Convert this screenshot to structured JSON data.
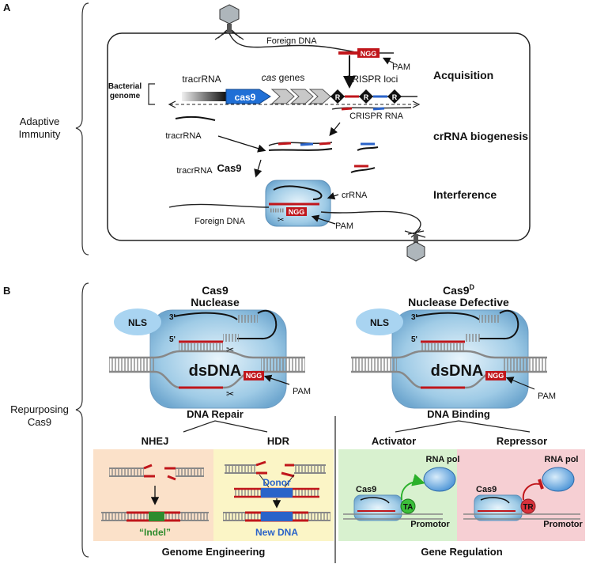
{
  "panel_a": {
    "letter": "A",
    "side_label_line1": "Adaptive",
    "side_label_line2": "Immunity",
    "foreign_dna_top": "Foreign DNA",
    "ngg": "NGG",
    "pam": "PAM",
    "bacterial_genome_line1": "Bacterial",
    "bacterial_genome_line2": "genome",
    "tracrrna": "tracrRNA",
    "cas_genes_italic": "cas",
    "cas_genes_rest": " genes",
    "crispr_loci": "CRISPR loci",
    "cas9_gene": "cas9",
    "repeat_letter": "R",
    "crispr_rna": "CRISPR RNA",
    "cas9_protein": "Cas9",
    "crrna": "crRNA",
    "foreign_dna_bottom": "Foreign DNA",
    "stage_acquisition": "Acquisition",
    "stage_biogenesis": "crRNA biogenesis",
    "stage_interference": "Interference"
  },
  "panel_b": {
    "letter": "B",
    "side_label_line1": "Repurposing",
    "side_label_line2": "Cas9",
    "left_title_line1": "Cas9",
    "left_title_line2": "Nuclease",
    "right_title_main": "Cas9",
    "right_title_sup": "D",
    "right_title_line2": "Nuclease Defective",
    "nls": "NLS",
    "three_prime": "3'",
    "five_prime": "5'",
    "dsdna": "dsDNA",
    "ngg": "NGG",
    "pam": "PAM",
    "dna_repair": "DNA Repair",
    "dna_binding": "DNA Binding",
    "nhej": "NHEJ",
    "hdr": "HDR",
    "activator": "Activator",
    "repressor": "Repressor",
    "indel": "“Indel”",
    "donor": "Donor",
    "new_dna": "New DNA",
    "rna_pol": "RNA pol",
    "cas9_small": "Cas9",
    "ta": "TA",
    "tr": "TR",
    "promotor": "Promotor",
    "genome_engineering": "Genome Engineering",
    "gene_regulation": "Gene Regulation"
  }
}
